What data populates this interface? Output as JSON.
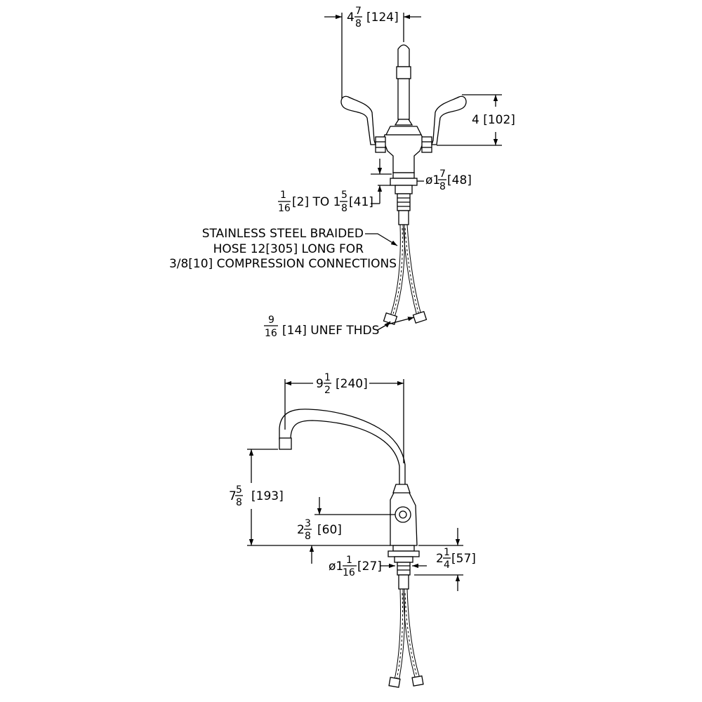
{
  "front_view": {
    "width_dim": {
      "whole": "4",
      "num": "7",
      "den": "8",
      "metric": "[124]"
    },
    "handle_height_dim": {
      "text": "4 [102]"
    },
    "deck_range_dim": {
      "num1": "1",
      "den1": "16",
      "mid": "[2] TO 1",
      "num2": "5",
      "den2": "8",
      "metric": "[41]"
    },
    "shank_dia_dim": {
      "prefix": "ø1",
      "num": "7",
      "den": "8",
      "metric": "[48]"
    },
    "hose_note": {
      "line1": "STAINLESS STEEL BRAIDED",
      "line2": "HOSE 12[305] LONG FOR",
      "line3": "3/8[10] COMPRESSION CONNECTIONS"
    },
    "thread_note": {
      "num": "9",
      "den": "16",
      "text": "[14] UNEF THDS"
    }
  },
  "side_view": {
    "reach_dim": {
      "whole": "9",
      "num": "1",
      "den": "2",
      "metric": "[240]"
    },
    "spout_height_dim": {
      "whole": "7",
      "num": "5",
      "den": "8",
      "metric": "[193]"
    },
    "handle_center_dim": {
      "whole": "2",
      "num": "3",
      "den": "8",
      "metric": "[60]"
    },
    "shank_length_dim": {
      "whole": "2",
      "num": "1",
      "den": "4",
      "metric": "[57]"
    },
    "hole_dia_dim": {
      "prefix": "ø1",
      "num": "1",
      "den": "16",
      "metric": "[27]"
    }
  }
}
